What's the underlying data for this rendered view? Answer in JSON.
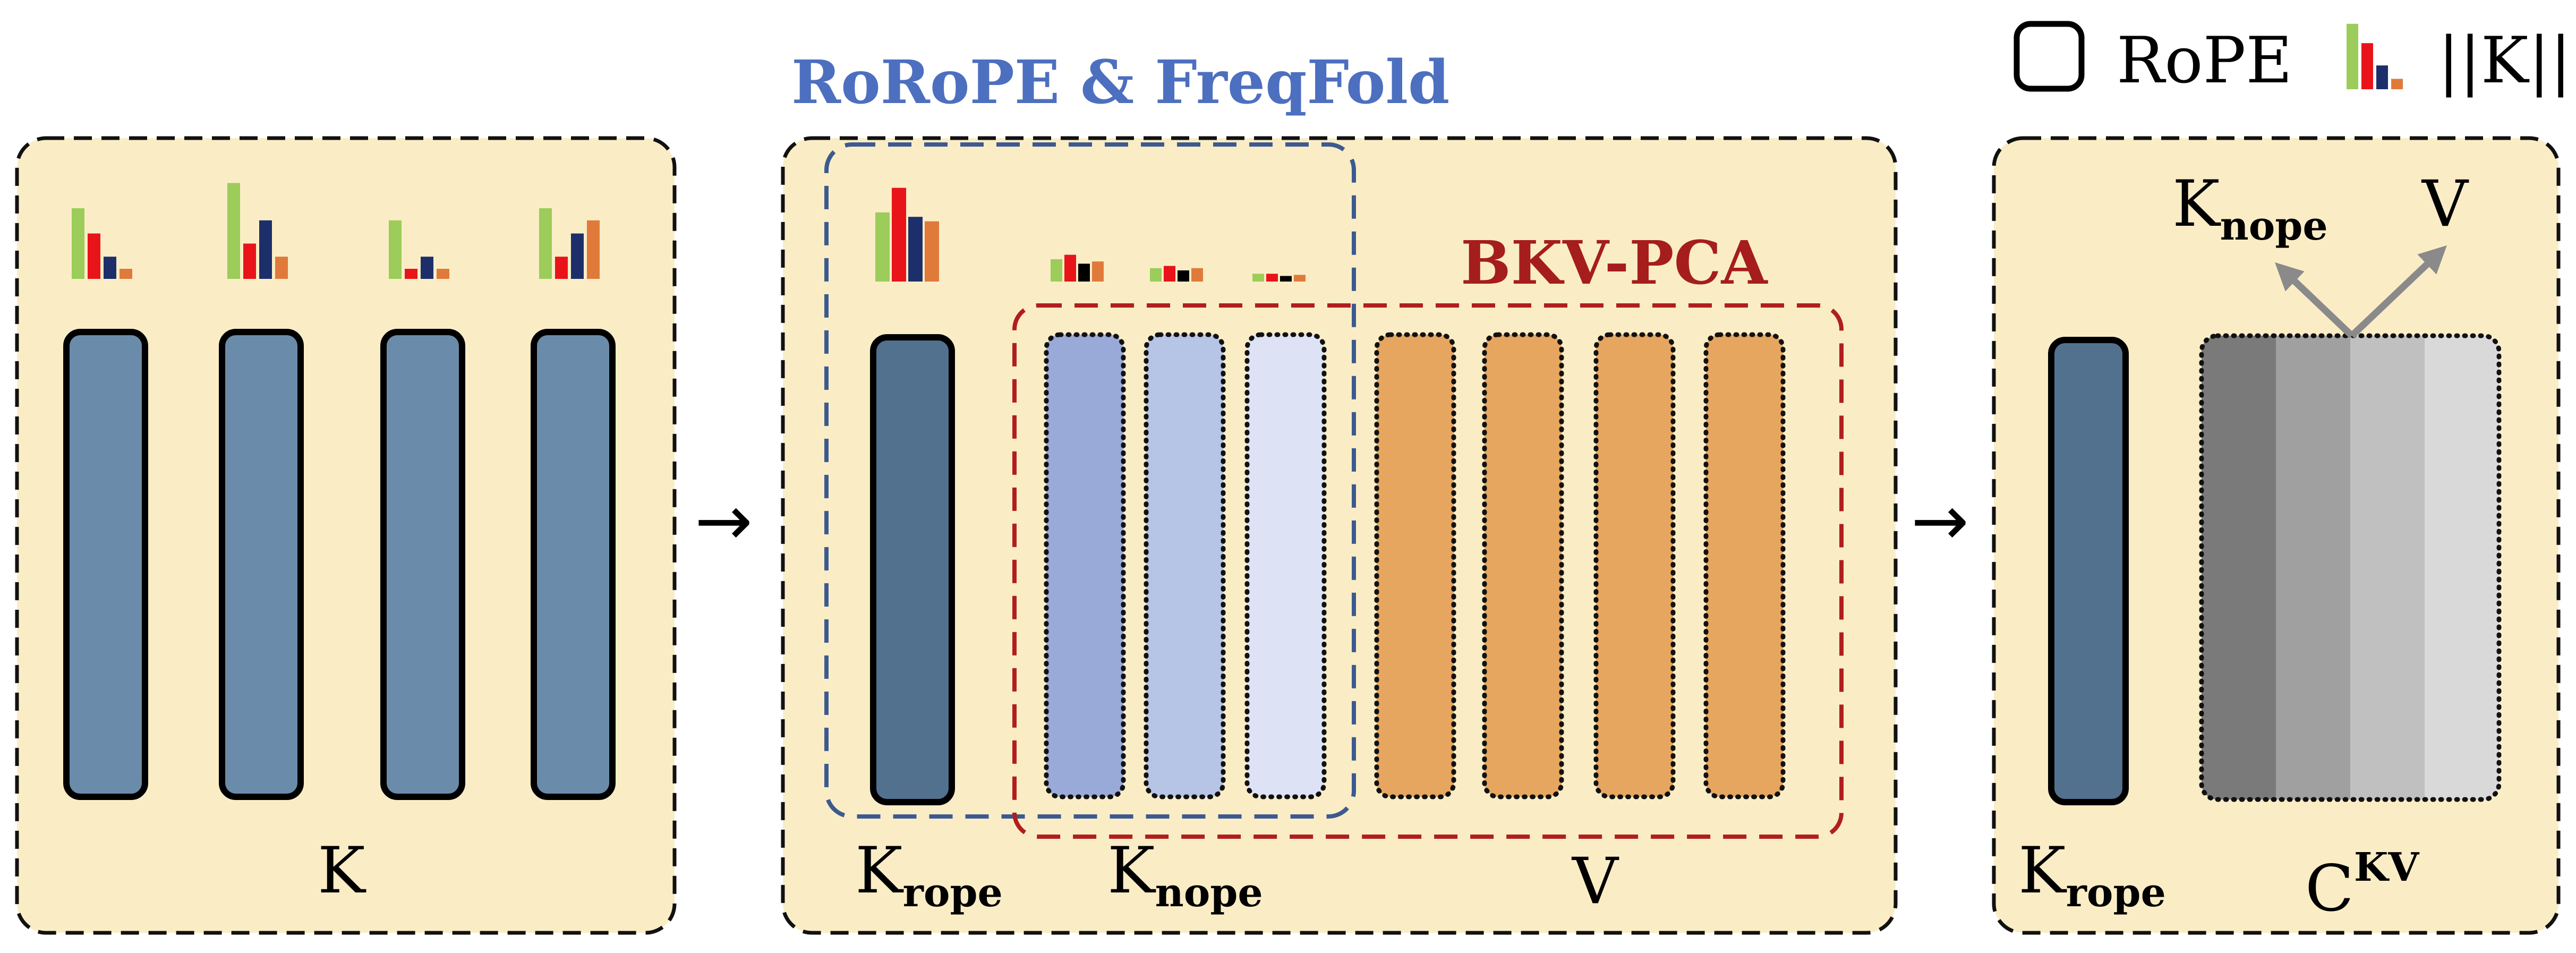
{
  "legend": {
    "rope_label": "RoPE",
    "norm_label": "||K||",
    "norm_colors": [
      "#9ccc5a",
      "#e8141a",
      "#1d2f6b",
      "#e07a3a"
    ]
  },
  "panel1": {
    "label": "K",
    "fill": "#faedc6",
    "column_color": "#6a8caa",
    "column_norms": [
      [
        0.7,
        0.45,
        0.22,
        0.1
      ],
      [
        0.95,
        0.35,
        0.58,
        0.22
      ],
      [
        0.58,
        0.1,
        0.22,
        0.1
      ],
      [
        0.7,
        0.22,
        0.45,
        0.58
      ]
    ]
  },
  "panel2": {
    "titles": {
      "rorope": "RoPE & FreqFold",
      "rorope_prefix": "Ro",
      "bkv": "BKV-PCA"
    },
    "labels": {
      "k_rope": "K",
      "k_rope_sub": "rope",
      "k_nope": "K",
      "k_nope_sub": "nope",
      "v": "V"
    },
    "colors": {
      "rope_column": "#52718f",
      "nope_columns": [
        "#9aaad8",
        "#b6c4e6",
        "#dde3f4"
      ],
      "v_column": "#e6a65f",
      "blue_box": "#3c5a90",
      "red_box": "#b01e1e"
    },
    "norm_groups": [
      {
        "bar_colors": [
          "#9ccc5a",
          "#e8141a",
          "#1d2f6b",
          "#e07a3a"
        ],
        "values": [
          0.62,
          0.84,
          0.58,
          0.54
        ]
      },
      {
        "bar_colors": [
          "#9ccc5a",
          "#e8141a",
          "#000000",
          "#e07a3a"
        ],
        "values": [
          0.2,
          0.24,
          0.16,
          0.18
        ]
      },
      {
        "bar_colors": [
          "#9ccc5a",
          "#e8141a",
          "#000000",
          "#e07a3a"
        ],
        "values": [
          0.12,
          0.14,
          0.1,
          0.12
        ]
      },
      {
        "bar_colors": [
          "#9ccc5a",
          "#e8141a",
          "#000000",
          "#e07a3a"
        ],
        "values": [
          0.07,
          0.07,
          0.05,
          0.06
        ]
      }
    ]
  },
  "panel3": {
    "labels": {
      "k_rope": "K",
      "k_rope_sub": "rope",
      "k_nope": "K",
      "k_nope_sub": "nope",
      "v": "V",
      "c": "C",
      "c_sup": "KV"
    },
    "colors": {
      "rope_column": "#52718f",
      "c_stripes": [
        "#7a7a7a",
        "#a0a0a0",
        "#c0c0c0",
        "#d9d9d9"
      ],
      "arrow": "#8a8a8a"
    }
  },
  "arrows": {
    "glyph": "→"
  }
}
